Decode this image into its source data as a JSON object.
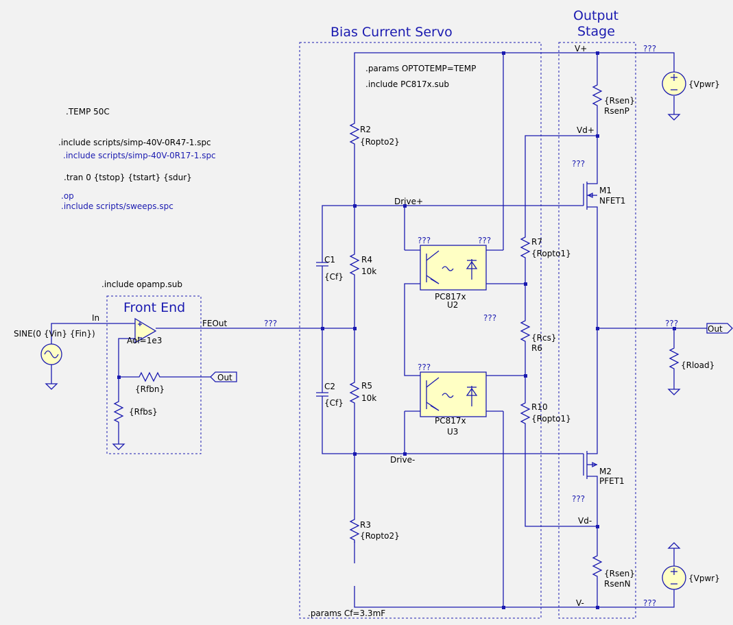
{
  "titles": {
    "bias_servo": "Bias Current Servo",
    "output_stage_line1": "Output",
    "output_stage_line2": "Stage",
    "front_end": "Front End"
  },
  "directives": {
    "temp": ".TEMP 50C",
    "include1": ".include scripts/simp-40V-0R47-1.spc",
    "include2": ".include scripts/simp-40V-0R17-1.spc",
    "tran": ".tran 0 {tstop} {tstart} {sdur}",
    "op": ".op",
    "include_sweeps": ".include scripts/sweeps.spc",
    "params_opto": ".params OPTOTEMP=TEMP",
    "include_pc817": ".include PC817x.sub",
    "include_opamp": ".include opamp.sub",
    "params_cf": ".params Cf=3.3mF"
  },
  "nets": {
    "vplus": "V+",
    "vminus": "V-",
    "vdplus": "Vd+",
    "vdminus": "Vd-",
    "drive_plus": "Drive+",
    "drive_minus": "Drive-",
    "feout": "FEOut",
    "in": "In",
    "out_port": "Out",
    "out_port_fb": "Out",
    "unknown": "???"
  },
  "components": {
    "R2": {
      "name": "R2",
      "value": "{Ropto2}"
    },
    "R3": {
      "name": "R3",
      "value": "{Ropto2}"
    },
    "R4": {
      "name": "R4",
      "value": "10k"
    },
    "R5": {
      "name": "R5",
      "value": "10k"
    },
    "R7": {
      "name": "R7",
      "value": "{Ropto1}"
    },
    "R10": {
      "name": "R10",
      "value": "{Ropto1}"
    },
    "R6": {
      "name": "R6",
      "value": "{Rcs}"
    },
    "C1": {
      "name": "C1",
      "value": "{Cf}"
    },
    "C2": {
      "name": "C2",
      "value": "{Cf}"
    },
    "U2": {
      "name": "U2",
      "model": "PC817x"
    },
    "U3": {
      "name": "U3",
      "model": "PC817x"
    },
    "M1": {
      "name": "M1",
      "model": "NFET1"
    },
    "M2": {
      "name": "M2",
      "model": "PFET1"
    },
    "RsenP": {
      "name": "RsenP",
      "value": "{Rsen}"
    },
    "RsenN": {
      "name": "RsenN",
      "value": "{Rsen}"
    },
    "Rload": {
      "value": "{Rload}"
    },
    "Vpwr_top": {
      "value": "{Vpwr}"
    },
    "Vpwr_bot": {
      "value": "{Vpwr}"
    },
    "Rfbn": {
      "value": "{Rfbn}"
    },
    "Rfbs": {
      "value": "{Rfbs}"
    },
    "opamp": {
      "param": "Aol=1e3"
    },
    "sine": {
      "value": "SINE(0 {Vin} {Fin})"
    }
  }
}
